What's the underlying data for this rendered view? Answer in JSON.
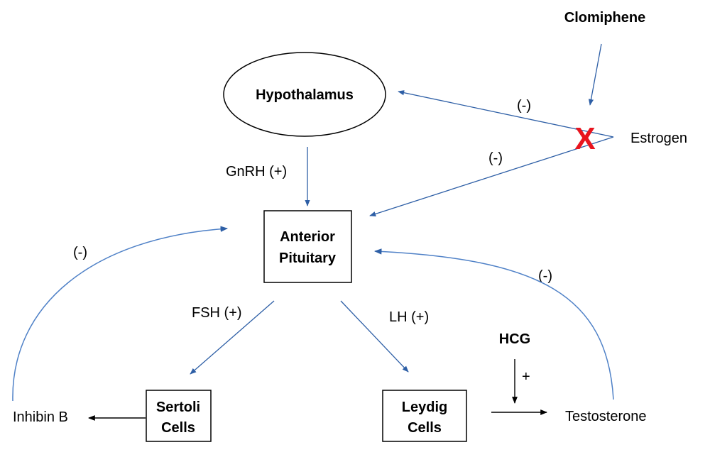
{
  "nodes": {
    "hypothalamus": "Hypothalamus",
    "anterior_pituitary": [
      "Anterior",
      "Pituitary"
    ],
    "sertoli_cells": [
      "Sertoli",
      "Cells"
    ],
    "leydig_cells": [
      "Leydig",
      "Cells"
    ],
    "clomiphene": "Clomiphene",
    "estrogen": "Estrogen",
    "inhibin_b": "Inhibin B",
    "testosterone": "Testosterone",
    "hcg": "HCG"
  },
  "labels": {
    "gnrh": "GnRH (+)",
    "fsh": "FSH (+)",
    "lh": "LH (+)",
    "estrogen_to_hypothalamus": "(-)",
    "estrogen_to_pituitary": "(-)",
    "inhibin_feedback": "(-)",
    "testosterone_feedback": "(-)",
    "hcg_effect": "+"
  },
  "block_mark": "X",
  "colors": {
    "arrow_blue": "#2e5fa6",
    "curve_blue": "#4f81c7",
    "black": "#000000",
    "block_red": "#e8141e"
  }
}
